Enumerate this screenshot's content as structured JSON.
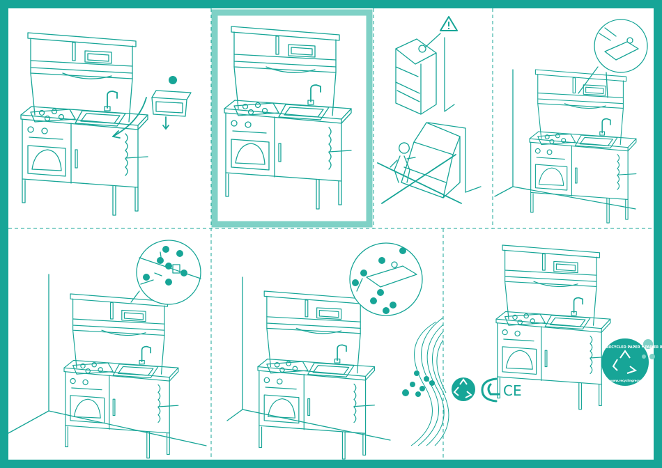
{
  "colors": {
    "accent": "#17a597",
    "highlight": "#7fd1c6",
    "paper": "#ffffff"
  },
  "panels": [
    {
      "id": "step-1",
      "content": "kitchen with sink basin being inserted"
    },
    {
      "id": "step-2",
      "content": "completed kitchen, highlighted"
    },
    {
      "id": "step-3",
      "content": "wall anchoring warning, tip-over hazard"
    },
    {
      "id": "step-4",
      "content": "wall bracket detail"
    },
    {
      "id": "step-5",
      "content": "hardware detail in corner"
    },
    {
      "id": "step-6",
      "content": "bracket attached to wall"
    },
    {
      "id": "step-7",
      "content": "finished kitchen with certification marks"
    }
  ],
  "icons": [
    "warning-triangle-icon",
    "recycle-icon",
    "gel-mark-icon",
    "ce-mark-icon",
    "recycled-paper-badge-icon"
  ],
  "labels": {
    "ce_mark": "CE",
    "badge_text": "RECYCLED PAPER • PAPIER RECYCLÉ •",
    "badge_url": "www.recyclingrecycled.ca"
  }
}
